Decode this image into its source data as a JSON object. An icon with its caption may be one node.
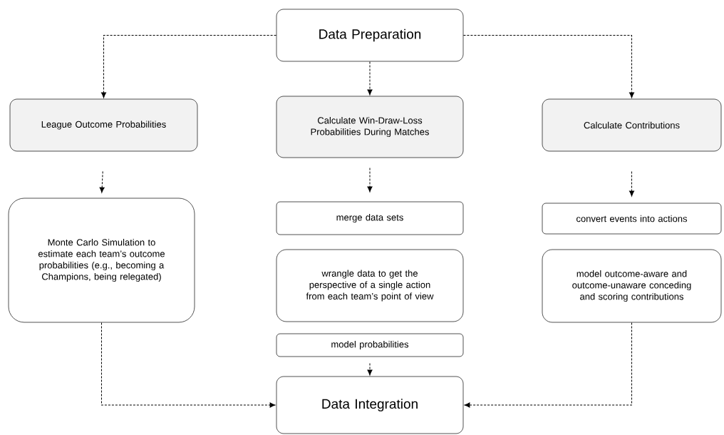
{
  "diagram": {
    "nodes": [
      {
        "text": [
          "Data Preparation"
        ]
      },
      {
        "text": [
          "League Outcome Probabilities"
        ]
      },
      {
        "text": [
          "Calculate Win-Draw-Loss Probabilities During Matches"
        ]
      },
      {
        "text": [
          "Calculate Contributions"
        ]
      },
      {
        "text": [
          "Monte Carlo Simulation to estimate each team’s outcome probabilities (e.g., becoming a Champions, being relegated)"
        ]
      },
      {
        "text": [
          "merge data sets"
        ]
      },
      {
        "text": [
          "wrangle data to get the perspective of a single action from each team’s point of view"
        ]
      },
      {
        "text": [
          "model probabilities"
        ]
      },
      {
        "text": [
          "Data Integration"
        ]
      },
      {
        "text": [
          "convert events into actions"
        ]
      },
      {
        "text": [
          "model outcome-aware and outcome-unaware conceding and scoring contributions"
        ]
      }
    ],
    "edges": [
      {
        "from": 0,
        "to": 1,
        "arrow": "to"
      },
      {
        "from": 0,
        "to": 2,
        "arrow": "to"
      },
      {
        "from": 0,
        "to": 3,
        "arrow": "to"
      },
      {
        "from": 1,
        "to": 4,
        "arrow": "to"
      },
      {
        "from": 2,
        "to": 5,
        "arrow": "to"
      },
      {
        "from": 3,
        "to": 9,
        "arrow": "to"
      },
      {
        "from": 7,
        "to": 8,
        "arrow": "to"
      },
      {
        "from": 4,
        "to": 8,
        "arrow": "to"
      },
      {
        "from": 10,
        "to": 8,
        "arrow": "to"
      }
    ]
  }
}
